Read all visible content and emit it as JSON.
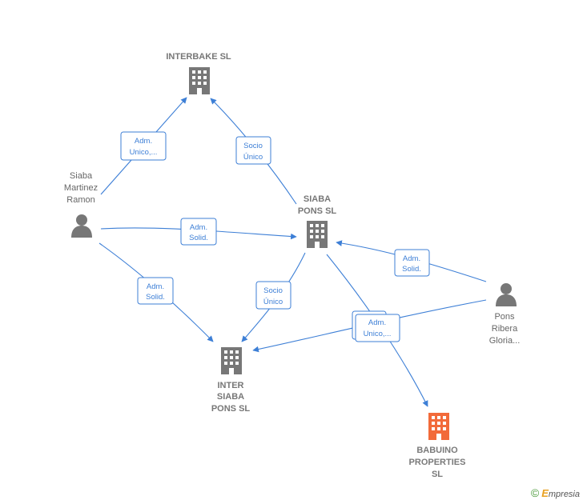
{
  "colors": {
    "edge": "#3d7fd6",
    "company": "#777777",
    "highlight": "#f26a3a",
    "person": "#777777"
  },
  "nodes": {
    "interbake": {
      "type": "company",
      "label": [
        "INTERBAKE SL"
      ]
    },
    "siaba_pons": {
      "type": "company",
      "label": [
        "SIABA",
        "PONS  SL"
      ]
    },
    "inter_siaba": {
      "type": "company",
      "label": [
        "INTER",
        "SIABA",
        "PONS  SL"
      ]
    },
    "babuino": {
      "type": "company-highlight",
      "label": [
        "BABUINO",
        "PROPERTIES",
        "SL"
      ]
    },
    "siaba_martinez": {
      "type": "person",
      "label": [
        "Siaba",
        "Martinez",
        "Ramon"
      ]
    },
    "pons_ribera": {
      "type": "person",
      "label": [
        "Pons",
        "Ribera",
        "Gloria..."
      ]
    }
  },
  "edges": [
    {
      "from": "siaba_martinez",
      "to": "interbake",
      "label": [
        "Adm.",
        "Unico,..."
      ]
    },
    {
      "from": "siaba_pons",
      "to": "interbake",
      "label": [
        "Socio",
        "Único"
      ]
    },
    {
      "from": "siaba_martinez",
      "to": "siaba_pons",
      "label": [
        "Adm.",
        "Solid."
      ]
    },
    {
      "from": "siaba_martinez",
      "to": "inter_siaba",
      "label": [
        "Adm.",
        "Solid."
      ]
    },
    {
      "from": "siaba_pons",
      "to": "inter_siaba",
      "label": [
        "Socio",
        "Único"
      ]
    },
    {
      "from": "pons_ribera",
      "to": "siaba_pons",
      "label": [
        "Adm.",
        "Solid."
      ]
    },
    {
      "from": "pons_ribera",
      "to": "inter_siaba",
      "label": [
        "Adm.",
        "Unico,..."
      ]
    },
    {
      "from": "siaba_pons",
      "to": "babuino",
      "label": [
        "Adm.",
        "Unico,..."
      ]
    }
  ],
  "brand": {
    "symbol": "©",
    "initial": "E",
    "rest": "mpresia"
  }
}
